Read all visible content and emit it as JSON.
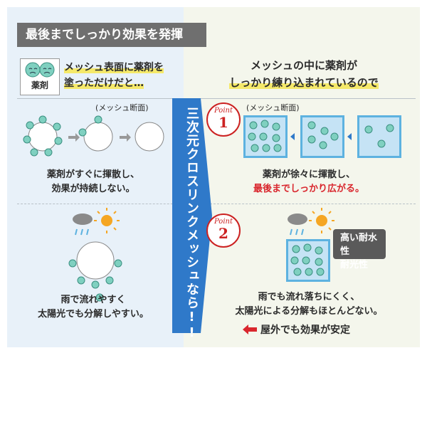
{
  "title": "最後までしっかり効果を発揮",
  "legend_label": "薬剤",
  "left_header": [
    "メッシュ表面に薬剤を",
    "塗っただけだと…"
  ],
  "right_header": [
    "メッシュの中に薬剤が",
    "しっかり練り込まれているので"
  ],
  "mesh_section_label": "(メッシュ断面)",
  "banner": "三次元クロスリンクメッシュなら!!",
  "point_word": "Point",
  "point1_num": "1",
  "point2_num": "2",
  "left_top": [
    "薬剤がすぐに揮散し、",
    "効果が持続しない。"
  ],
  "right_top": [
    "薬剤が徐々に揮散し、",
    "最後までしっかり広がる。"
  ],
  "resist": [
    "高い耐水性",
    "耐光性"
  ],
  "left_bottom": [
    "雨で流れやすく",
    "太陽光でも分解しやすい。"
  ],
  "right_bottom": [
    "雨でも流れ落ちにくく、",
    "太陽光による分解もほとんどない。"
  ],
  "stable": "屋外でも効果が安定",
  "colors": {
    "banner": "#2f79c9",
    "accent_red": "#d9262d",
    "mesh_blue": "#5db2e0",
    "left_bg": "#e8f1f9",
    "right_bg": "#f4f6ec"
  }
}
